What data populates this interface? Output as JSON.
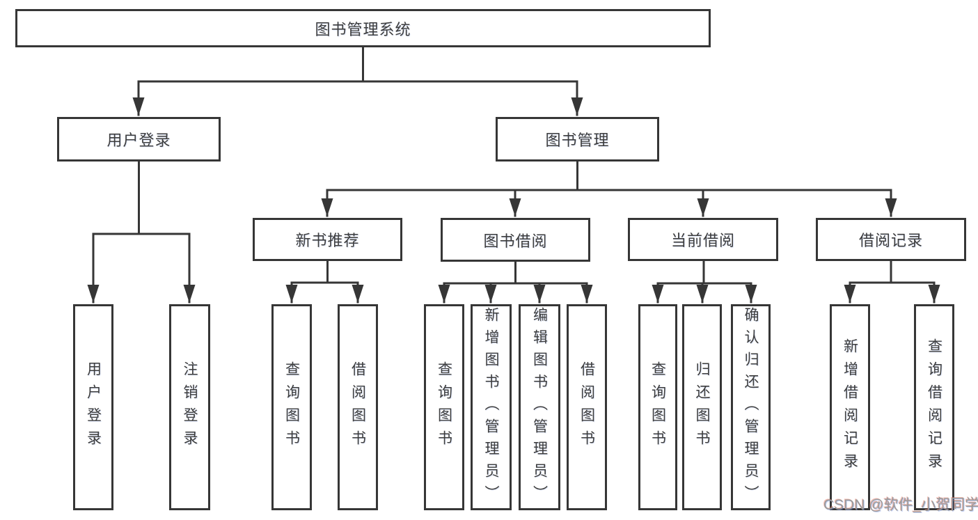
{
  "diagram": {
    "type": "hierarchy-tree",
    "tree": {
      "label": "图书管理系统",
      "children": [
        {
          "label": "用户登录",
          "children": [
            {
              "label": "用户登录"
            },
            {
              "label": "注销登录"
            }
          ]
        },
        {
          "label": "图书管理",
          "children": [
            {
              "label": "新书推荐",
              "children": [
                {
                  "label": "查询图书"
                },
                {
                  "label": "借阅图书"
                }
              ]
            },
            {
              "label": "图书借阅",
              "children": [
                {
                  "label": "查询图书"
                },
                {
                  "label": "新增图书（管理员）"
                },
                {
                  "label": "编辑图书（管理员）"
                },
                {
                  "label": "借阅图书"
                }
              ]
            },
            {
              "label": "当前借阅",
              "children": [
                {
                  "label": "查询图书"
                },
                {
                  "label": "归还图书"
                },
                {
                  "label": "确认归还（管理员）"
                }
              ]
            },
            {
              "label": "借阅记录",
              "children": [
                {
                  "label": "新增借阅记录"
                },
                {
                  "label": "查询借阅记录"
                }
              ]
            }
          ]
        }
      ]
    },
    "colors": {
      "line": "#363636",
      "text": "#3d3d3d",
      "background": "#ffffff",
      "watermark": "#9a9a9a"
    }
  },
  "watermark": {
    "text": "CSDN @软件_小贺同学"
  }
}
